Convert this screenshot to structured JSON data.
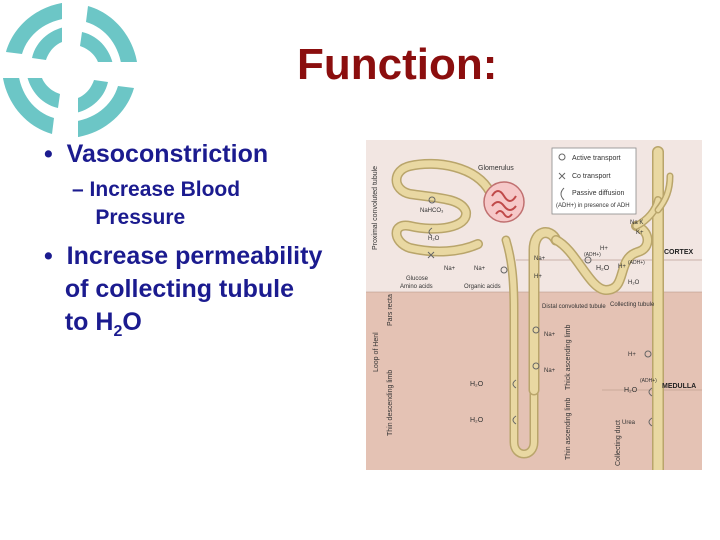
{
  "slide": {
    "title": "Function:",
    "bullets": [
      {
        "text": "Vasoconstriction",
        "marker": "•"
      },
      {
        "text_lines": [
          "Increase Blood",
          "Pressure"
        ],
        "marker": "–"
      },
      {
        "text_lines": [
          "Increase permeability",
          "of collecting tubule",
          "to H",
          "2",
          "O"
        ],
        "marker": "•"
      }
    ]
  },
  "diagram": {
    "legend": {
      "active": "Active transport",
      "co": "Co transport",
      "passive": "Passive diffusion",
      "adh": "(ADH+) in presence of ADH"
    },
    "labels": {
      "pct": "Proximal convoluted tubule",
      "glomerulus": "Glomerulus",
      "nahco3": "NaHCO₃",
      "h2o_top": "H₂O",
      "glucose": "Glucose",
      "amino": "Amino acids",
      "na1": "Na+",
      "na2": "Na+",
      "organic": "Organic acids",
      "pars_recta": "Pars recta",
      "dct": "Distal convoluted tubule",
      "collecting_tubule": "Collecting tubule",
      "cortex": "CORTEX",
      "medulla": "MEDULLA",
      "loop": "Loop of Henl",
      "thin_desc": "Thin descending limb",
      "thin_asc": "Thin ascending limb",
      "thick_asc": "Thick ascending limb",
      "collecting_duct": "Collecting duct",
      "h2o_1": "H₂O",
      "h2o_2": "H₂O",
      "na_k": "Na K",
      "k_plus": "K+",
      "adh1": "(ADH+)",
      "adh2": "(ADH+)",
      "adh3": "(ADH+)",
      "h2o_dct": "H₂O",
      "h_plus1": "H+",
      "h_plus2": "H+",
      "h2o_ct": "H₂O",
      "na_dct": "Na+",
      "h_dct": "H+",
      "na_thick1": "Na+",
      "na_thick2": "Na+",
      "h_plus_m": "H+",
      "h2o_m": "H₂O",
      "urea": "Urea"
    }
  },
  "colors": {
    "title": "#8b0e0e",
    "bullet_text": "#1b1b8f",
    "cortex_bg": "#f2e6e2",
    "medulla_bg": "#e4c2b4",
    "tubule": "#e9d8a2",
    "tubule_edge": "#b9a56b",
    "logo": "#6cc6c6"
  }
}
